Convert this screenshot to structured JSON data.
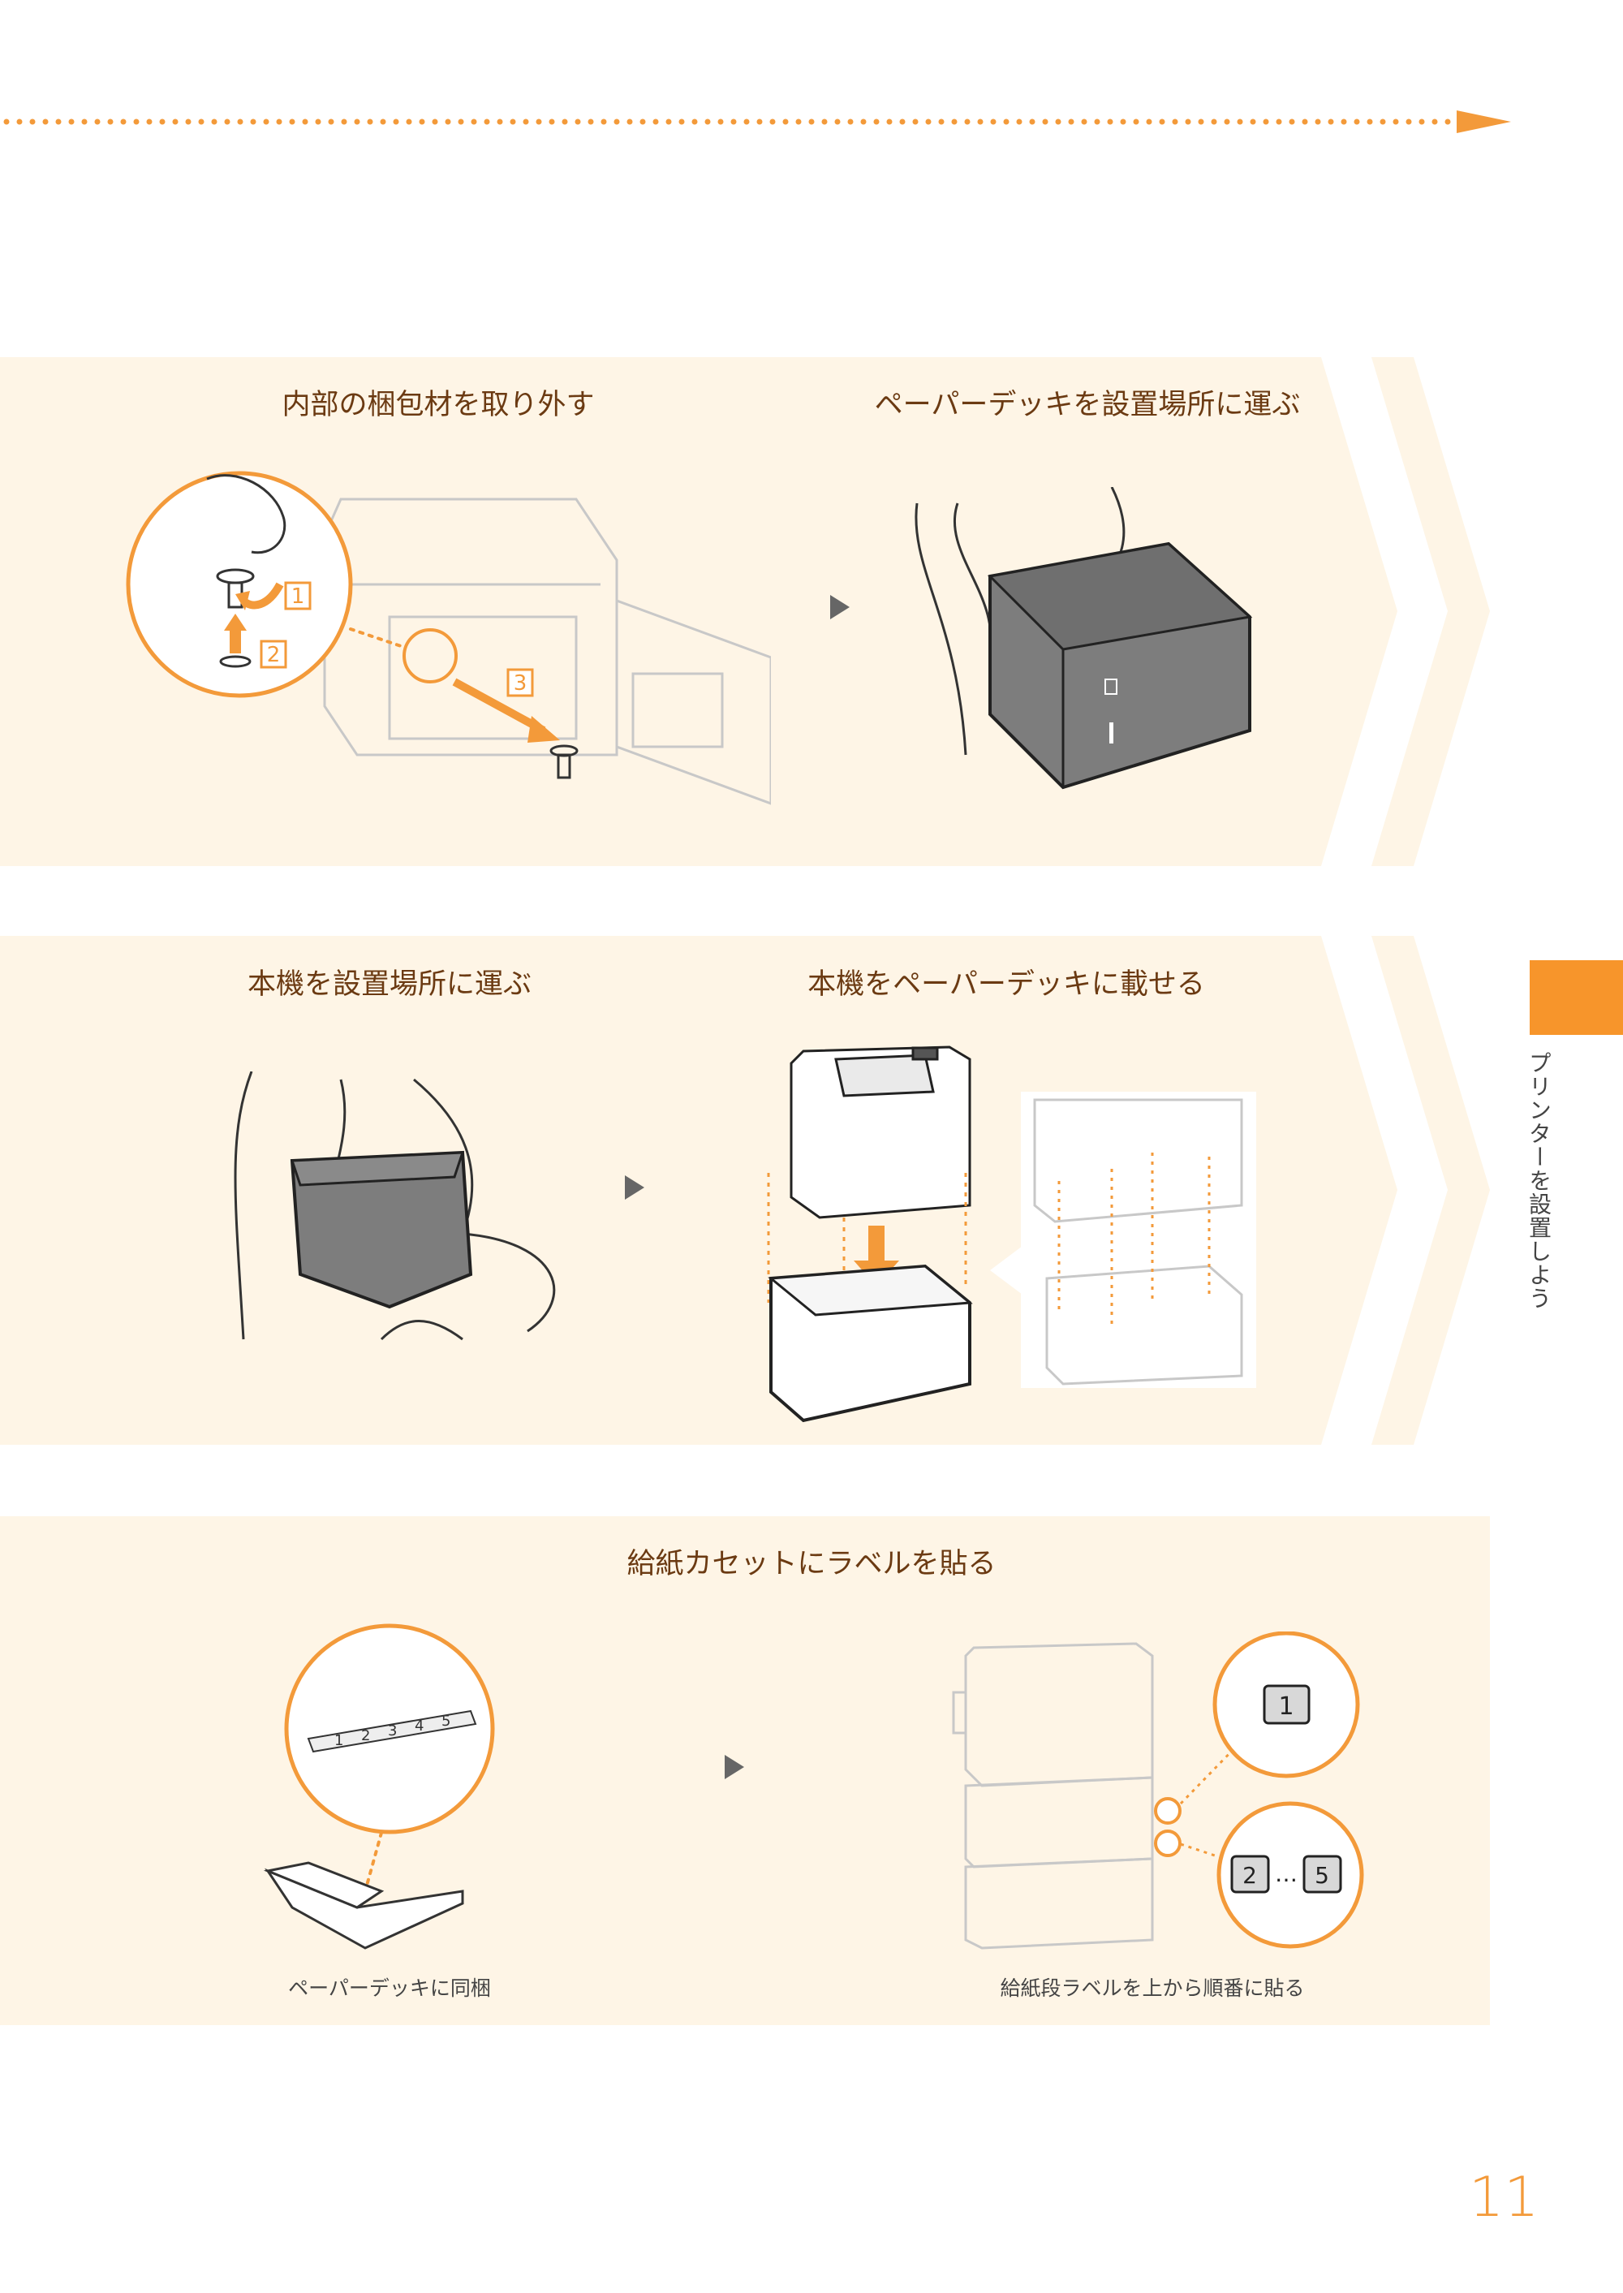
{
  "sections": [
    {
      "steps": [
        {
          "title": "内部の梱包材を取り外す"
        },
        {
          "title": "ペーパーデッキを設置場所に運ぶ"
        }
      ]
    },
    {
      "steps": [
        {
          "title": "本機を設置場所に運ぶ"
        },
        {
          "title": "本機をペーパーデッキに載せる"
        }
      ]
    },
    {
      "steps": [
        {
          "title": "給紙カセットにラベルを貼る"
        }
      ],
      "captions": {
        "left": "ペーパーデッキに同梱",
        "right": "給紙段ラベルを上から順番に貼る"
      }
    }
  ],
  "callout_numbers": [
    "1",
    "2",
    "3"
  ],
  "label_strip": [
    "1",
    "2",
    "3",
    "4",
    "5"
  ],
  "label_tags": {
    "first": "1",
    "second": "2",
    "ellipsis": "…",
    "last": "5"
  },
  "side_tab": {
    "text": "プリンターを設置しよう",
    "color": "#f7952b"
  },
  "page_number": "11",
  "colors": {
    "accent": "#f39a3a",
    "band": "#fef5e6",
    "heading": "#6b3a12"
  }
}
